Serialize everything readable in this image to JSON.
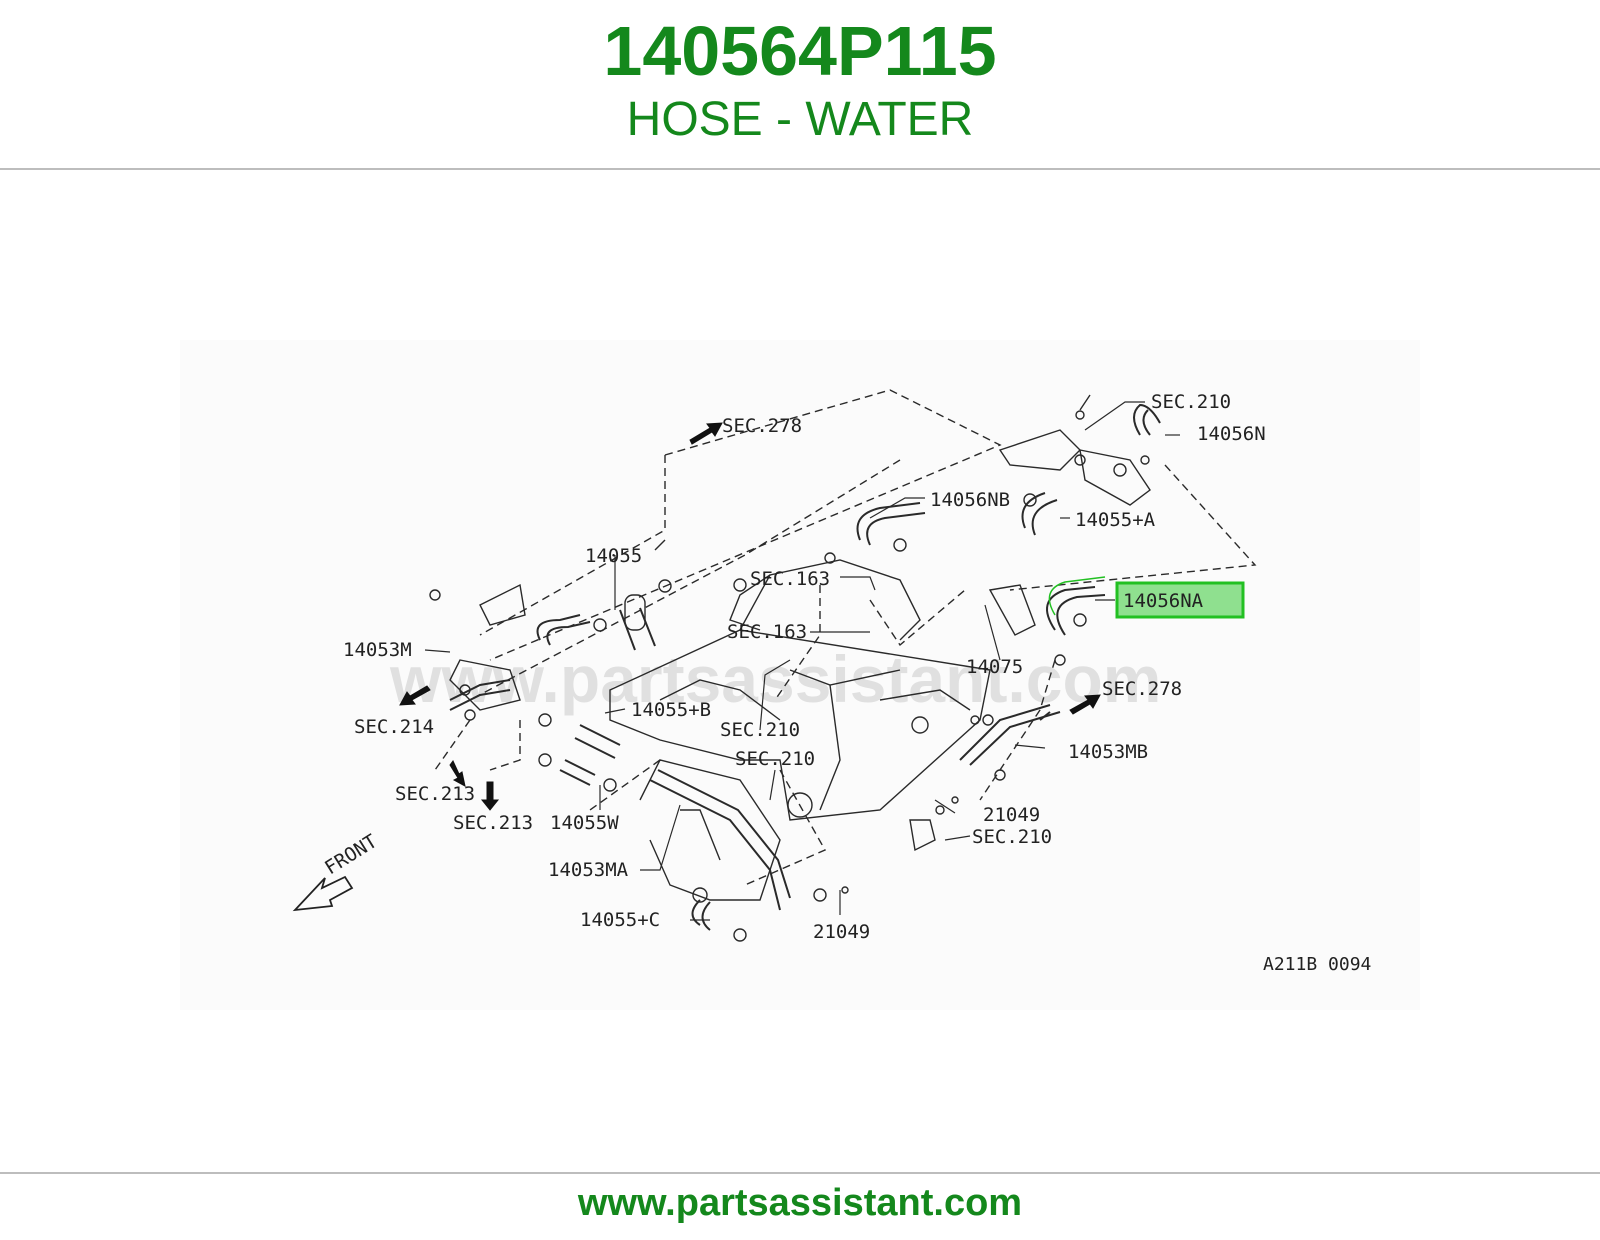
{
  "header": {
    "part_number": "140564P115",
    "part_name": "HOSE - WATER"
  },
  "diagram": {
    "watermark": "www.partsassistant.com",
    "highlight_color": "#22c022",
    "highlighted_label": "14056NA",
    "diagram_code": "A211B 0094",
    "front_label": "FRONT",
    "labels": {
      "sec_278_top": "SEC.278",
      "sec_210_top": "SEC.210",
      "p_14056n": "14056N",
      "p_14056nb": "14056NB",
      "p_14055_a": "14055+A",
      "p_14055": "14055",
      "sec_163_a": "SEC.163",
      "sec_163_b": "SEC.163",
      "p_14053m": "14053M",
      "p_14075": "14075",
      "sec_278_right": "SEC.278",
      "sec_214": "SEC.214",
      "p_14055_b": "14055+B",
      "sec_210_mid": "SEC.210",
      "sec_210_mid2": "SEC.210",
      "p_14053mb": "14053MB",
      "sec_213_a": "SEC.213",
      "sec_213_b": "SEC.213",
      "p_14055w": "14055W",
      "p_21049_right": "21049",
      "sec_210_bottom": "SEC.210",
      "p_14053ma": "14053MA",
      "p_14055_c": "14055+C",
      "p_21049_bottom": "21049"
    }
  },
  "footer": {
    "url": "www.partsassistant.com"
  }
}
